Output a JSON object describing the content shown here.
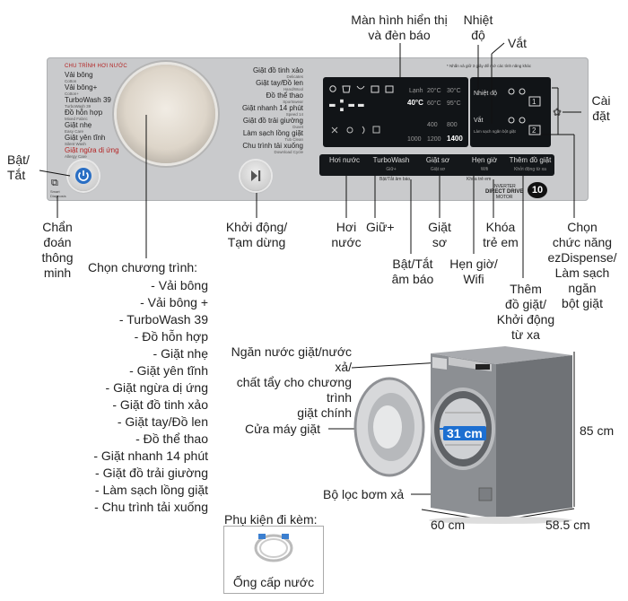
{
  "callouts": {
    "screen": [
      "Màn hình hiển thị",
      "và đèn báo"
    ],
    "temp": [
      "Nhiệt",
      "độ"
    ],
    "spin": "Vắt",
    "settings": [
      "Cài",
      "đặt"
    ],
    "power": [
      "Bật/",
      "Tắt"
    ],
    "smart_diag": [
      "Chẩn",
      "đoán",
      "thông",
      "minh"
    ],
    "start_pause": [
      "Khởi động/",
      "Tạm dừng"
    ],
    "steam": [
      "Hơi",
      "nước"
    ],
    "hold": "Giữ+",
    "rinse": [
      "Giặt",
      "sơ"
    ],
    "beep": [
      "Bật/Tắt",
      "âm báo"
    ],
    "timer": [
      "Hẹn giờ/",
      "Wifi"
    ],
    "child_lock": [
      "Khóa",
      "trẻ em"
    ],
    "add_item": [
      "Thêm",
      "đồ giặt/",
      "Khởi động",
      "từ xa"
    ],
    "ezdispense": [
      "Chọn",
      "chức năng",
      "ezDispense/",
      "Làm sạch",
      "ngăn",
      "bột giặt"
    ],
    "drawer": [
      "Ngăn nước giặt/nước xả/",
      "chất tẩy cho chương trình",
      "giặt chính"
    ],
    "door": "Cửa máy giặt",
    "filter": "Bộ lọc bơm xả",
    "drum_size": "31 cm",
    "height": "85 cm",
    "width": "60 cm",
    "depth": "58.5 cm"
  },
  "program_select": {
    "title": "Chọn chương trình:",
    "items": [
      "- Vải bông",
      "- Vải bông +",
      "- TurboWash 39",
      "- Đồ hỗn hợp",
      "- Giặt nhẹ",
      "- Giặt yên tĩnh",
      "- Giặt ngừa dị ứng",
      "- Giặt đồ tinh xảo",
      "- Giặt tay/Đồ len",
      "- Đồ thể thao",
      "- Giặt nhanh 14 phút",
      "- Giặt đồ trải giường",
      "- Làm sạch lồng giặt",
      "- Chu trình tải xuống"
    ]
  },
  "accessory": {
    "title": "Phụ kiện đi kèm:",
    "label": "Ống cấp nước"
  },
  "panel": {
    "left_header": "CHU TRÌNH HƠI NƯỚC",
    "left_programs": [
      {
        "vi": "Vải bông",
        "en": "Cotton"
      },
      {
        "vi": "Vải bông+",
        "en": "Cotton+"
      },
      {
        "vi": "TurboWash 39",
        "en": "TurboWash 39"
      },
      {
        "vi": "Đồ hỗn hợp",
        "en": "Mixed Fabric"
      },
      {
        "vi": "Giặt nhẹ",
        "en": "Easy Care"
      },
      {
        "vi": "Giặt yên tĩnh",
        "en": "Silent Wash"
      },
      {
        "vi": "Giặt ngừa dị ứng",
        "en": "Allergy Care"
      }
    ],
    "right_programs": [
      {
        "vi": "Giặt đồ tinh xảo",
        "en": "Delicates"
      },
      {
        "vi": "Giặt tay/Đồ len",
        "en": "Hand/Wool"
      },
      {
        "vi": "Đồ thể thao",
        "en": "Sportswear"
      },
      {
        "vi": "Giặt nhanh 14 phút",
        "en": "Speed 14"
      },
      {
        "vi": "Giặt đồ trải giường",
        "en": "Duvet"
      },
      {
        "vi": "Làm sạch lồng giặt",
        "en": "Tub Clean"
      },
      {
        "vi": "Chu trình tải xuống",
        "en": "Download Cycle"
      }
    ],
    "smart_diag_label": "Smart Diagnosis",
    "temp_values": [
      "Lạnh",
      "20°C",
      "30°C",
      "40°C",
      "60°C",
      "95°C"
    ],
    "spin_values": [
      "400",
      "800",
      "1000",
      "1200",
      "1400"
    ],
    "display_digits": "-:--",
    "right_top": "Nhiệt độ",
    "right_bottom": "Vắt",
    "right_note": "Làm sạch ngăn bột giặt",
    "buttons": [
      "Hơi nước",
      "TurboWash",
      "Giặt sơ",
      "Hẹn giờ",
      "Thêm đồ giặt"
    ],
    "button_subs": [
      "",
      "Giữ+",
      "Giặt sơ",
      "Wifi",
      "Khởi động từ xa"
    ],
    "beep_label": "Bật/Tắt âm báo",
    "child_lock_label": "Khóa trẻ em",
    "direct_drive": [
      "INVERTER",
      "DIRECT DRIVE",
      "MOTOR"
    ],
    "warranty": "10",
    "note_top": "* Nhấn và giữ 3 giây để mở các tính năng khác"
  },
  "colors": {
    "panel": "#c9cacc",
    "display": "#111417",
    "lcd_text": "#e6e6e6",
    "accent_blue": "#1d6fd1",
    "brand_red": "#b42323"
  }
}
